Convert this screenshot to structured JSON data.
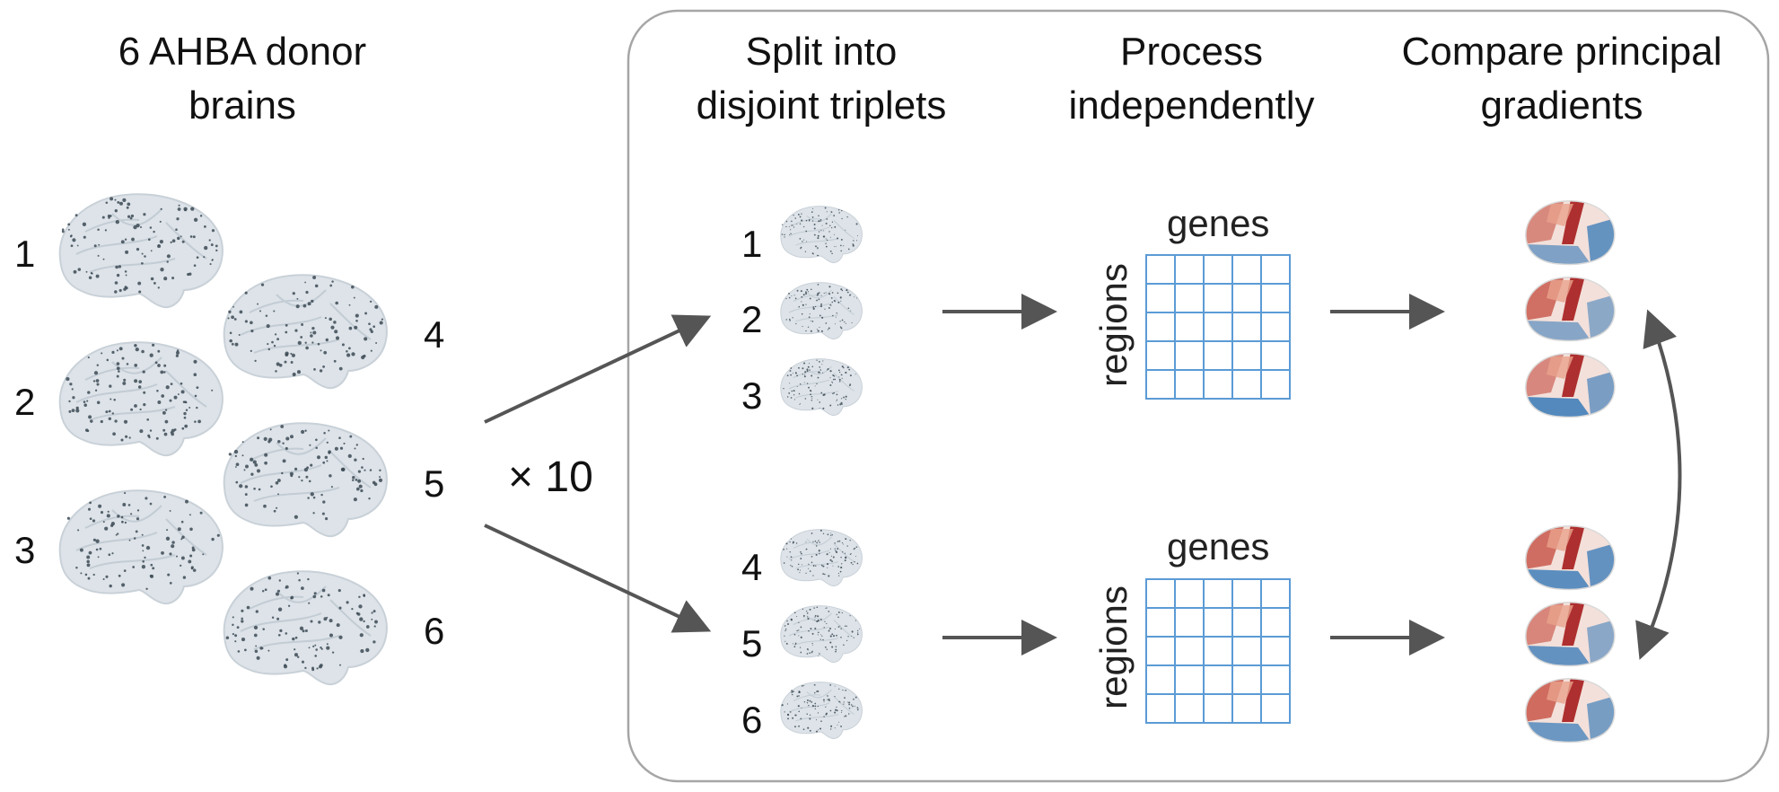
{
  "headings": {
    "donors": [
      "6 AHBA donor",
      "brains"
    ],
    "split": [
      "Split into",
      "disjoint triplets"
    ],
    "process": [
      "Process",
      "independently"
    ],
    "compare": [
      "Compare principal",
      "gradients"
    ]
  },
  "donor_numbers": [
    "1",
    "2",
    "3",
    "4",
    "5",
    "6"
  ],
  "triplet_top_numbers": [
    "1",
    "2",
    "3"
  ],
  "triplet_bottom_numbers": [
    "4",
    "5",
    "6"
  ],
  "repeat_label": "× 10",
  "matrix": {
    "column_label": "genes",
    "row_label": "regions",
    "rows": 5,
    "cols": 5
  },
  "colors": {
    "brain_fill": "#dde3e8",
    "brain_dots": "#3c4a55",
    "grid_line": "#5b9bd5",
    "arrow": "#555555",
    "panel_border": "#a6a6a6",
    "gradient_red": "#c0392b",
    "gradient_blue": "#2e75b6"
  }
}
